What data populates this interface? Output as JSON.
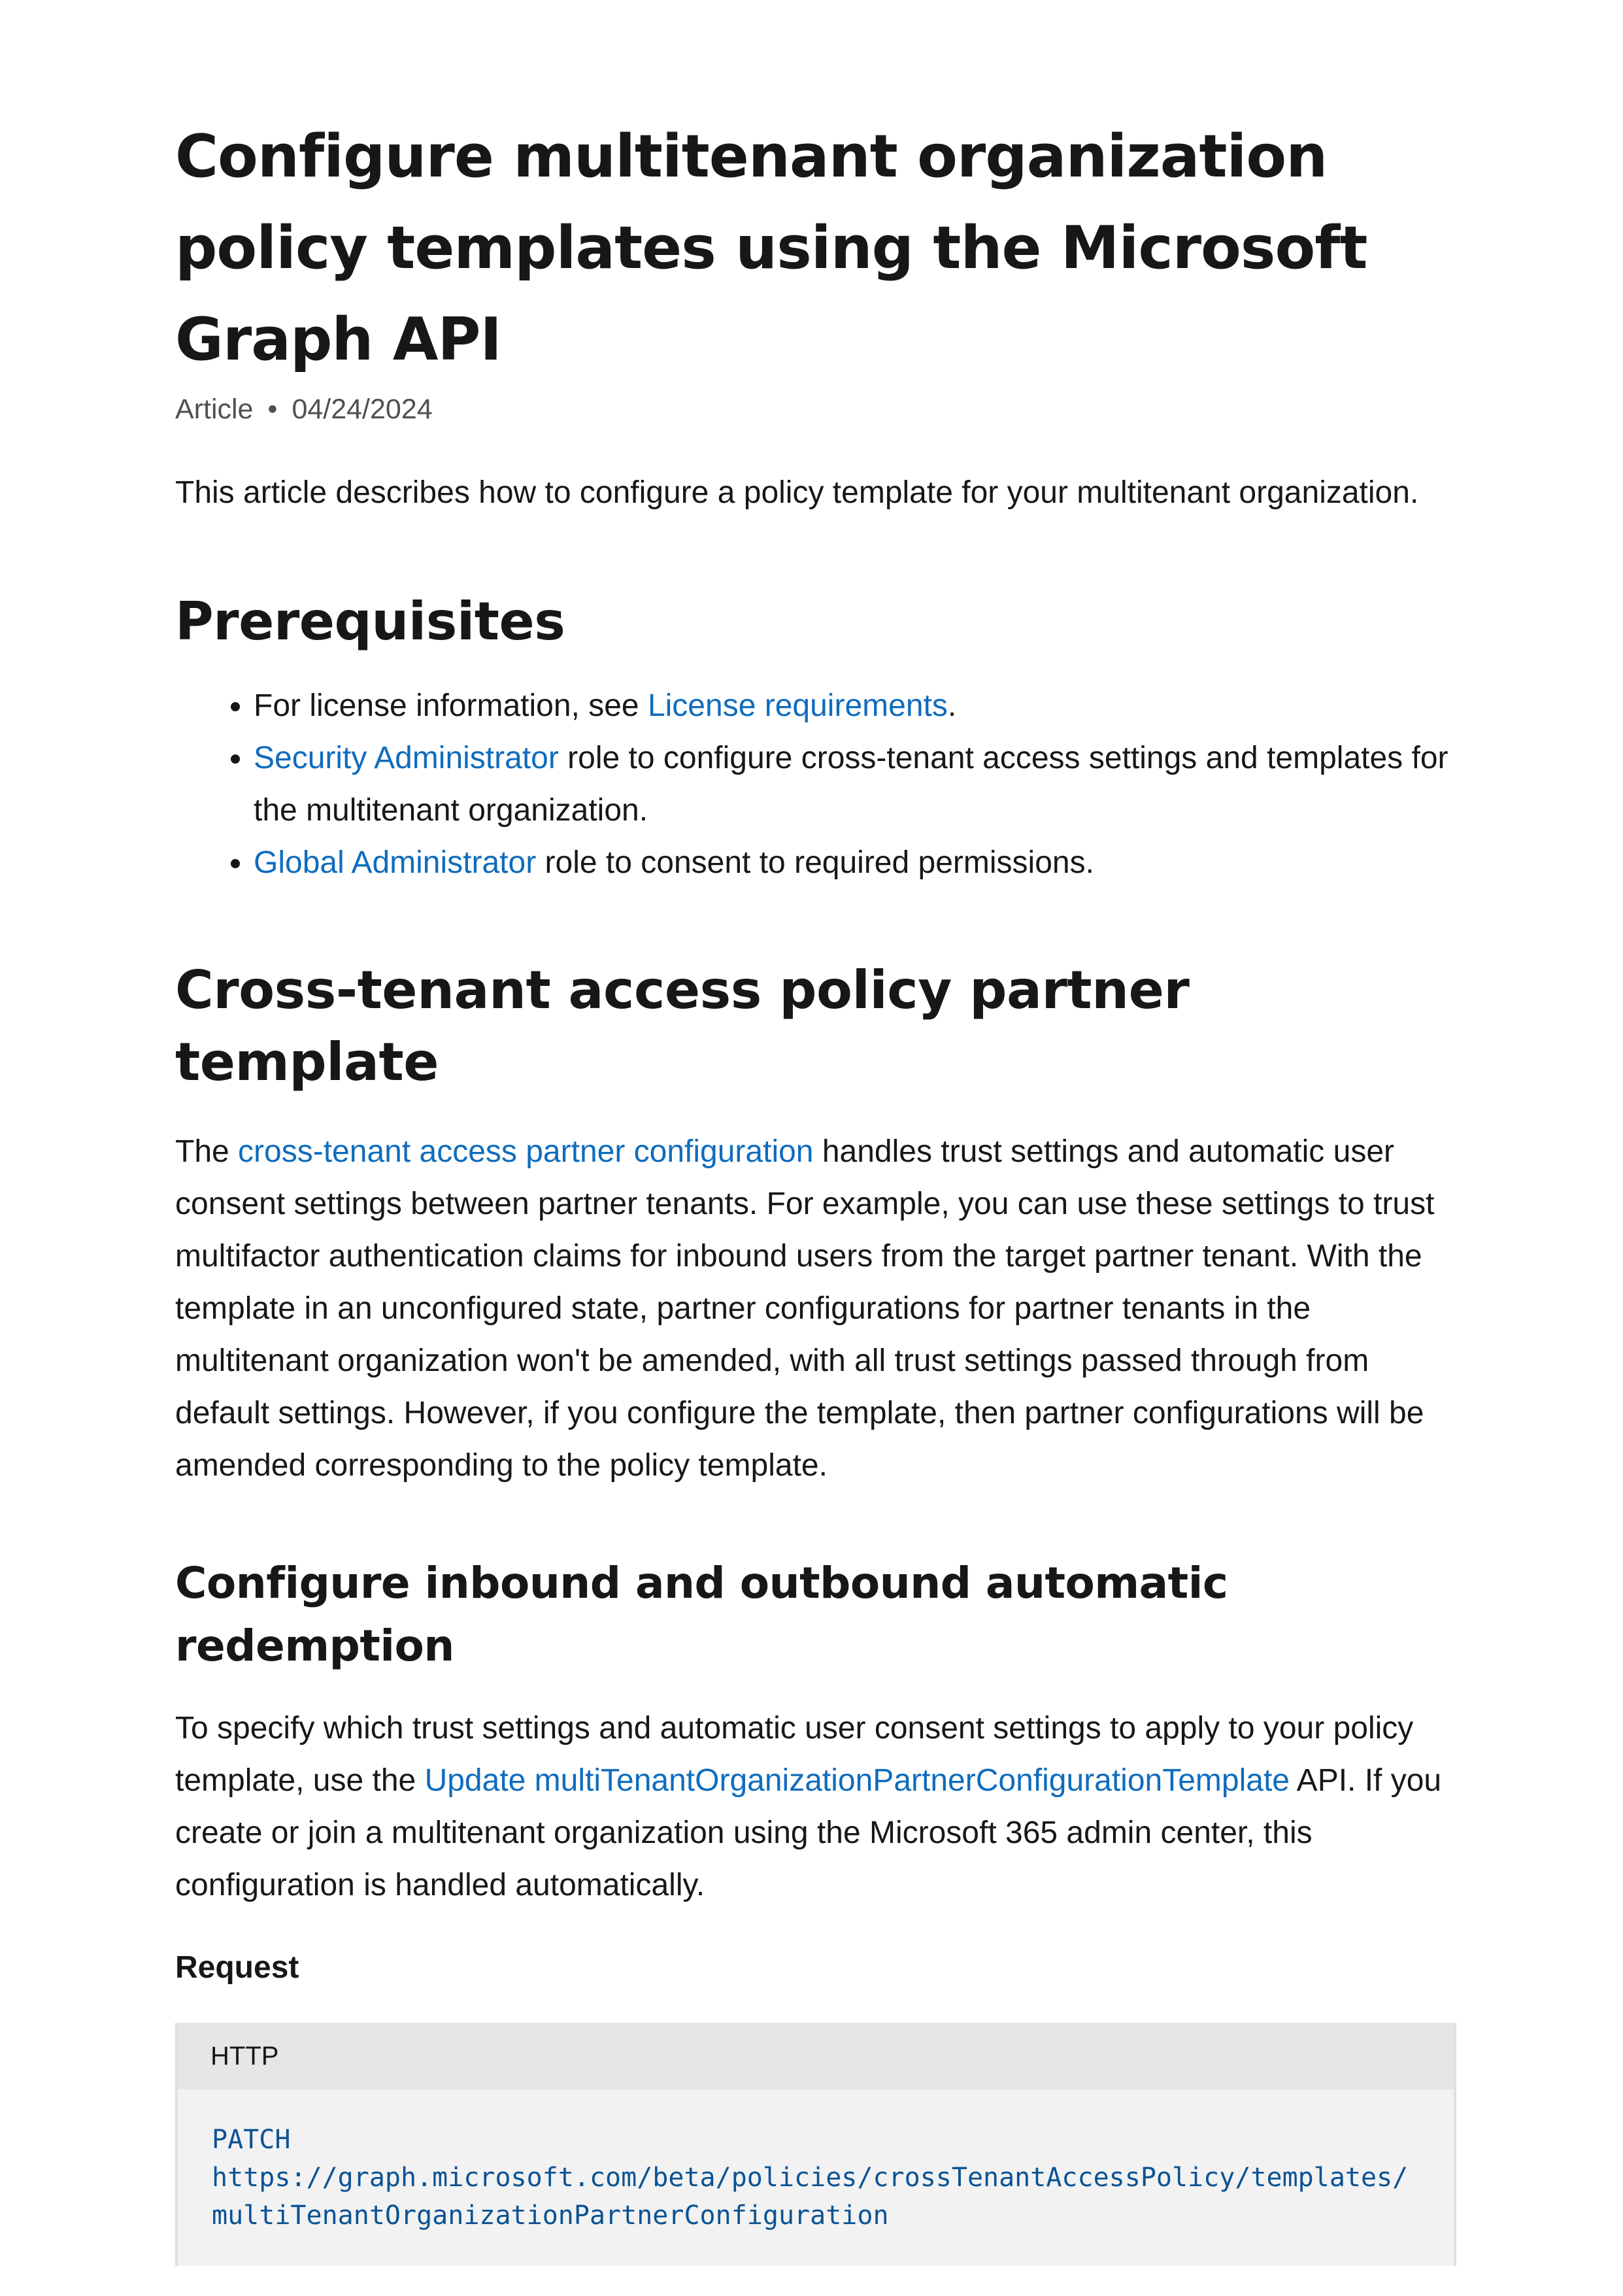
{
  "article": {
    "title": "Configure multitenant organization policy templates using the Microsoft Graph API",
    "meta_type": "Article",
    "meta_separator": "•",
    "meta_date": "04/24/2024",
    "intro": "This article describes how to configure a policy template for your multitenant organization."
  },
  "prerequisites": {
    "heading": "Prerequisites",
    "items": [
      {
        "before": "For license information, see ",
        "link": "License requirements",
        "after": "."
      },
      {
        "before": "",
        "link": "Security Administrator",
        "after": " role to configure cross-tenant access settings and templates for the multitenant organization."
      },
      {
        "before": "",
        "link": "Global Administrator",
        "after": " role to consent to required permissions."
      }
    ]
  },
  "cross_tenant": {
    "heading": "Cross-tenant access policy partner template",
    "para_before": "The ",
    "para_link": "cross-tenant access partner configuration",
    "para_after": " handles trust settings and automatic user consent settings between partner tenants. For example, you can use these settings to trust multifactor authentication claims for inbound users from the target partner tenant. With the template in an unconfigured state, partner configurations for partner tenants in the multitenant organization won't be amended, with all trust settings passed through from default settings. However, if you configure the template, then partner configurations will be amended corresponding to the policy template."
  },
  "configure_redemption": {
    "heading": "Configure inbound and outbound automatic redemption",
    "para_before": "To specify which trust settings and automatic user consent settings to apply to your policy template, use the ",
    "para_link": "Update multiTenantOrganizationPartnerConfigurationTemplate",
    "para_after": " API. If you create or join a multitenant organization using the Microsoft 365 admin center, this configuration is handled automatically.",
    "request_label": "Request"
  },
  "code": {
    "language": "HTTP",
    "lines": [
      "PATCH",
      "https://graph.microsoft.com/beta/policies/crossTenantAccessPolicy/templates/",
      "multiTenantOrganizationPartnerConfiguration"
    ]
  },
  "colors": {
    "link": "#0f6cbd",
    "code_text": "#0b5394",
    "code_bg": "#f2f2f2",
    "code_header_bg": "#e6e6e6"
  }
}
